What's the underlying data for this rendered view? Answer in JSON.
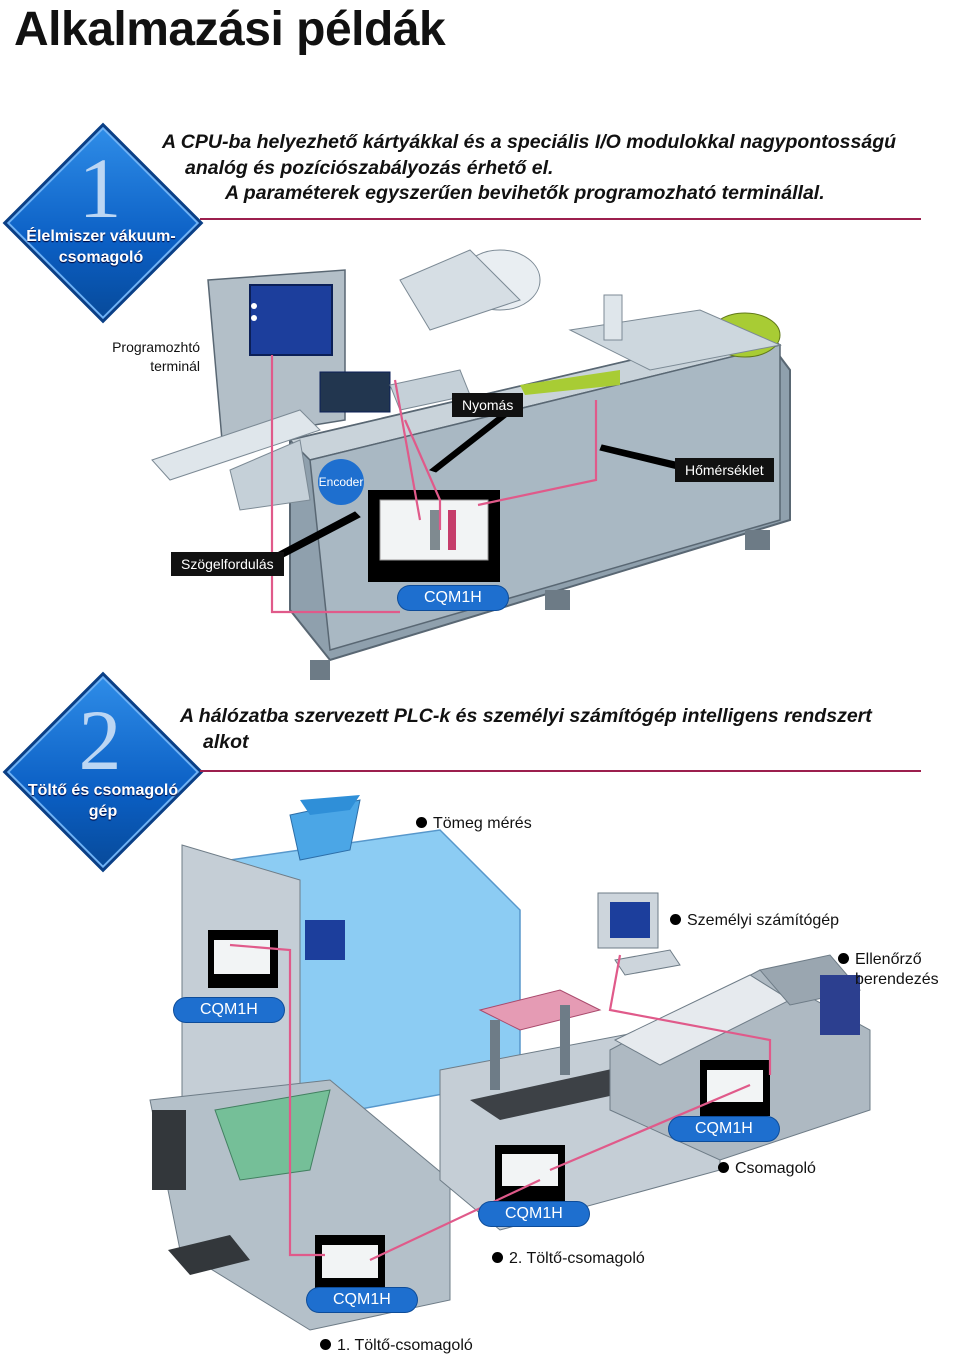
{
  "page_title": "Alkalmazási példák",
  "section1": {
    "number": "1",
    "badge_label": "Élelmiszer vákuum-\ncsomagoló",
    "heading_lines": [
      "A CPU-ba helyezhető kártyákkal és a speciális I/O modulokkal nagypontosságú",
      "analóg és pozíciószabályozás érhető el.",
      "A paraméterek egyszerűen bevihetők programozható terminállal."
    ],
    "terminal_label": "Programozhtó\nterminál",
    "tags": {
      "pressure": "Nyomás",
      "encoder": "Encoder",
      "temperature": "Hőmérséklet",
      "angle": "Szögelfordulás"
    },
    "plc_label": "CQM1H"
  },
  "section2": {
    "number": "2",
    "badge_label": "Töltő és csomagoló\ngép",
    "heading_lines": [
      "A hálózatba szervezett PLC-k és személyi számítógép intelligens rendszert",
      "alkot"
    ],
    "bullets": {
      "weighing": "Tömeg mérés",
      "pc": "Személyi számítógép",
      "checker": "Ellenőrző\nberendezés",
      "packer": "Csomagoló",
      "filler2": "2. Töltő-csomagoló",
      "filler1": "1. Töltő-csomagoló"
    },
    "plc_labels": [
      "CQM1H",
      "CQM1H",
      "CQM1H",
      "CQM1H"
    ]
  },
  "colors": {
    "accent_blue": "#1e6fcf",
    "rule": "#9c1f4d",
    "wire": "#e05a8a",
    "machine": "#9aabb8"
  }
}
